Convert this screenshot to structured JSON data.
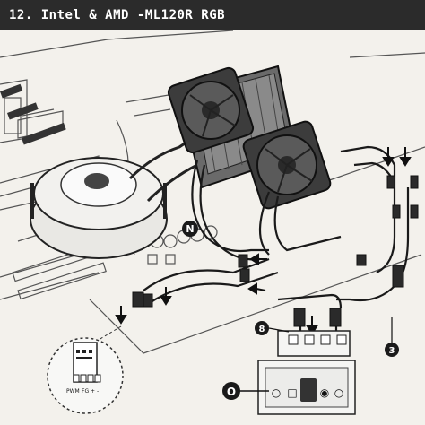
{
  "header": {
    "title": "12. Intel & AMD -ML120R RGB"
  },
  "callouts": {
    "n": "N",
    "eight": "8",
    "three": "3",
    "o": "O"
  },
  "fan_header_pins": [
    "PWM",
    "FG",
    "+",
    "-"
  ],
  "hub_button_glyphs": [
    "○",
    "□",
    "◉",
    "○"
  ],
  "colors": {
    "header_bg": "#2b2b2b",
    "line": "#222222",
    "callout_fill": "#1a1a1a"
  },
  "icons": [
    "down-arrow-icon",
    "left-arrow-icon",
    "fan-icon",
    "radiator-icon",
    "pump-icon",
    "rgb-hub-icon"
  ]
}
